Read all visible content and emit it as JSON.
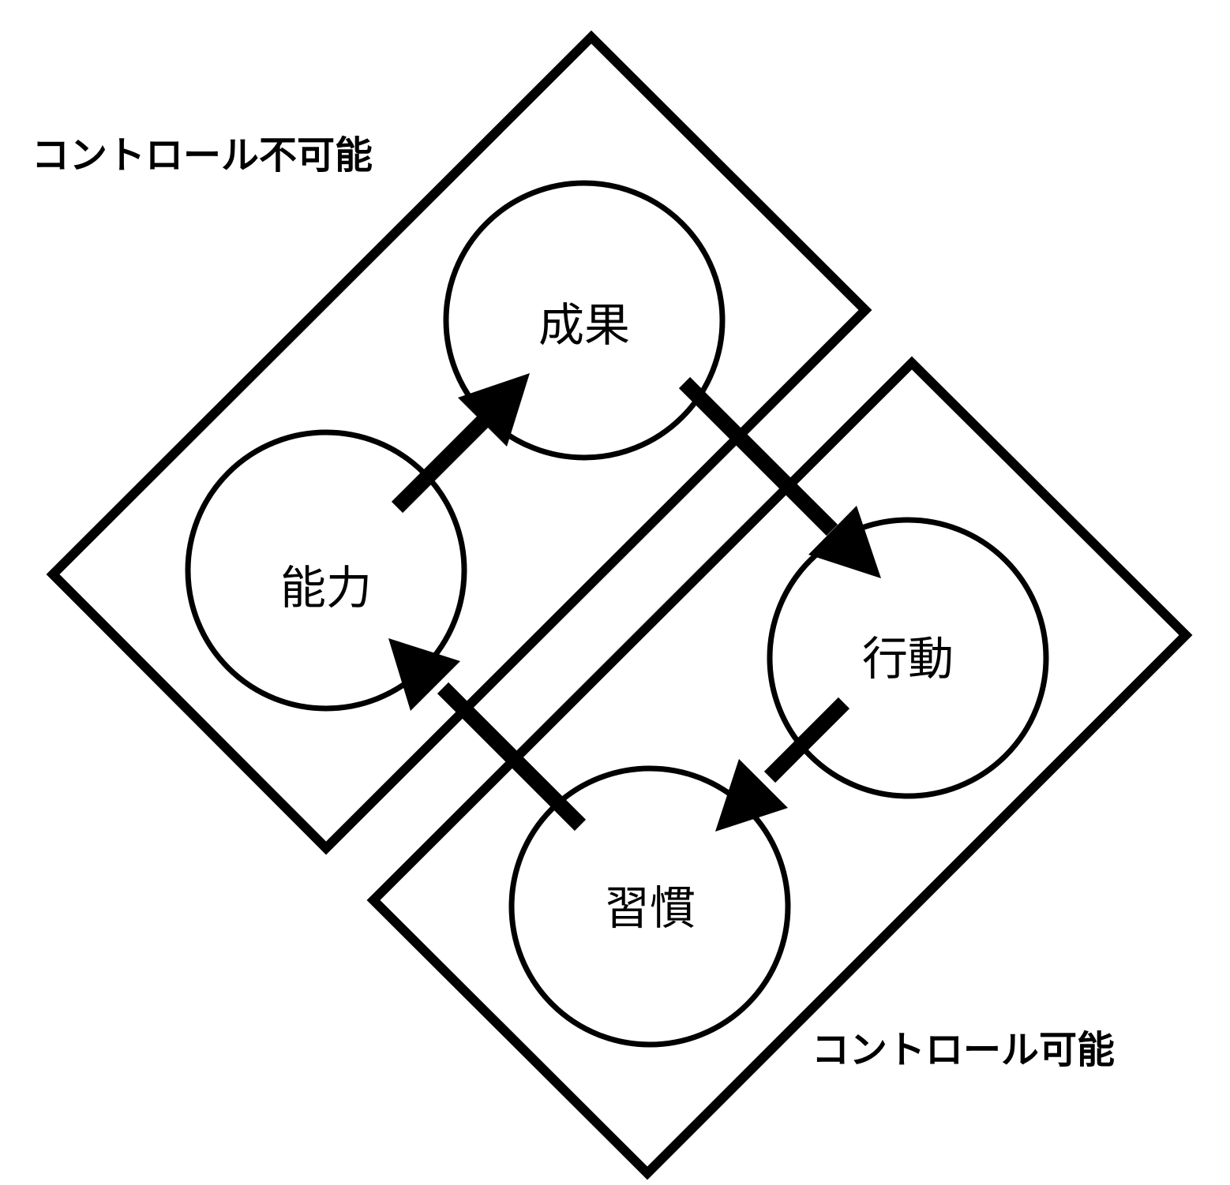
{
  "zones": [
    {
      "id": "uncontrollable",
      "label": "コントロール不可能"
    },
    {
      "id": "controllable",
      "label": "コントロール可能"
    }
  ],
  "nodes": [
    {
      "id": "seika",
      "label": "成果"
    },
    {
      "id": "nouryoku",
      "label": "能力"
    },
    {
      "id": "koudou",
      "label": "行動"
    },
    {
      "id": "shuukan",
      "label": "習慣"
    }
  ],
  "edges": [
    {
      "from": "nouryoku",
      "to": "seika"
    },
    {
      "from": "seika",
      "to": "koudou"
    },
    {
      "from": "koudou",
      "to": "shuukan"
    },
    {
      "from": "shuukan",
      "to": "nouryoku"
    }
  ],
  "colors": {
    "stroke": "#000000",
    "background": "#ffffff"
  }
}
